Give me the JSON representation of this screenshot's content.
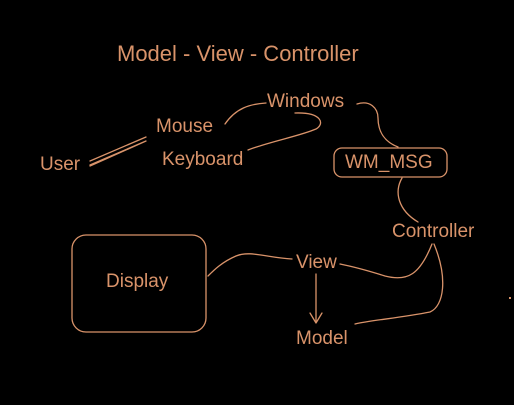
{
  "title": "Model - View - Controller",
  "nodes": {
    "user": "User",
    "mouse": "Mouse",
    "keyboard": "Keyboard",
    "windows": "Windows",
    "wm_msg": "WM_MSG",
    "controller": "Controller",
    "view": "View",
    "model": "Model",
    "display": "Display"
  },
  "colors": {
    "background": "#000000",
    "ink": "#D9936A"
  }
}
